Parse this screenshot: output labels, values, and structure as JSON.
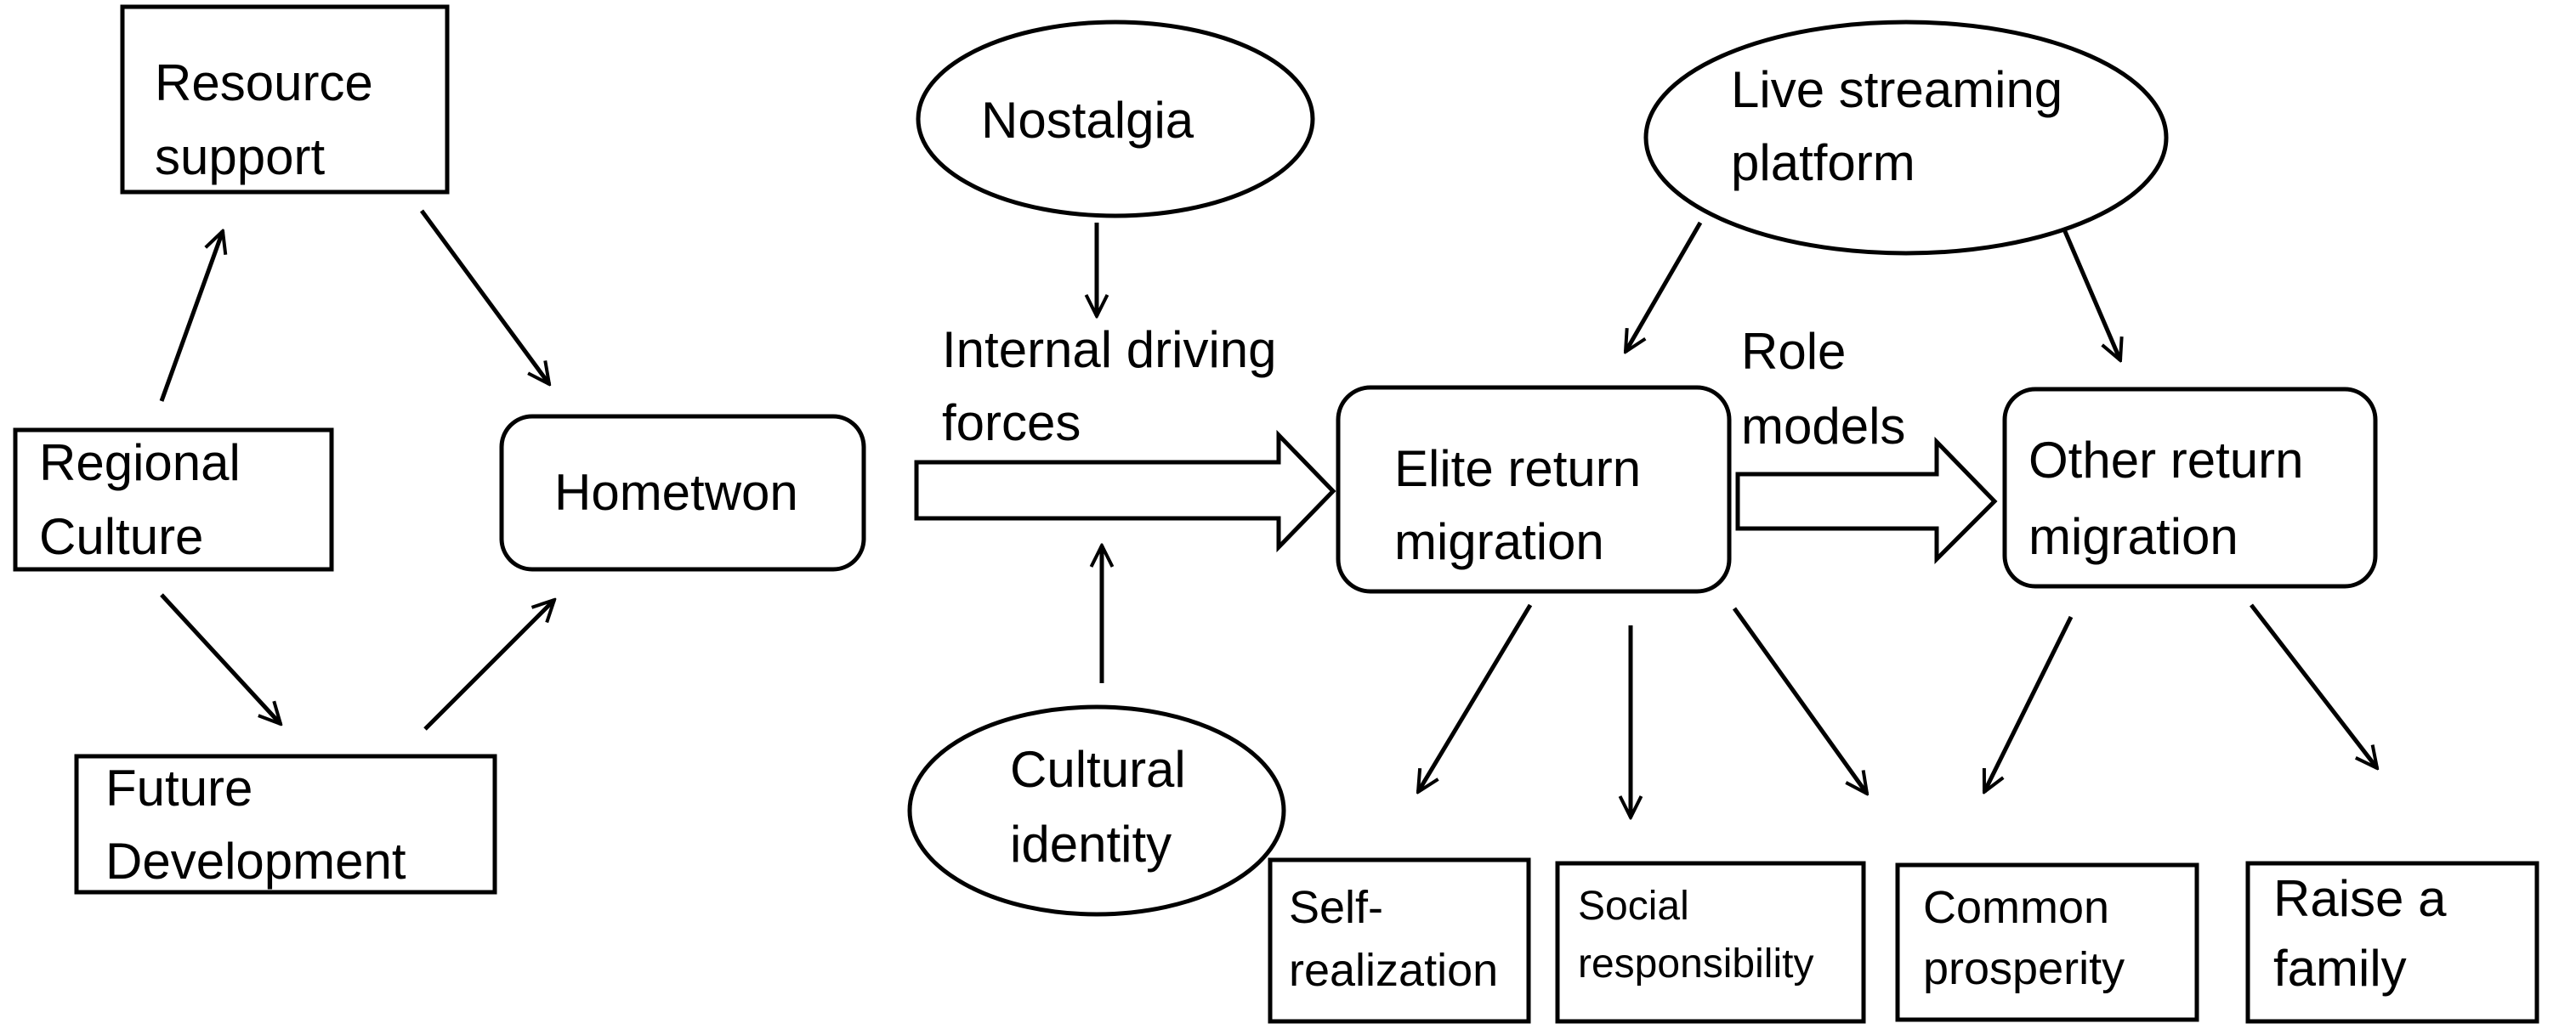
{
  "diagram": {
    "nodes": {
      "resource_support": [
        "Resource",
        "support"
      ],
      "regional_culture": [
        "Regional",
        "Culture"
      ],
      "future_development": [
        "Future",
        "Development"
      ],
      "hometown": [
        "Hometwon"
      ],
      "nostalgia": [
        "Nostalgia"
      ],
      "cultural_identity": [
        "Cultural",
        "identity"
      ],
      "live_streaming_platform": [
        "Live streaming",
        "platform"
      ],
      "elite_return_migration": [
        "Elite return",
        "migration"
      ],
      "other_return_migration": [
        "Other return",
        "migration"
      ],
      "self_realization": [
        "Self-",
        "realization"
      ],
      "social_responsibility": [
        "Social",
        "responsibility"
      ],
      "common_prosperity": [
        "Common",
        "prosperity"
      ],
      "raise_a_family": [
        "Raise a",
        "family"
      ]
    },
    "labels": {
      "internal_driving_forces": [
        "Internal driving",
        "forces"
      ],
      "role_models": [
        "Role",
        "models"
      ]
    }
  }
}
